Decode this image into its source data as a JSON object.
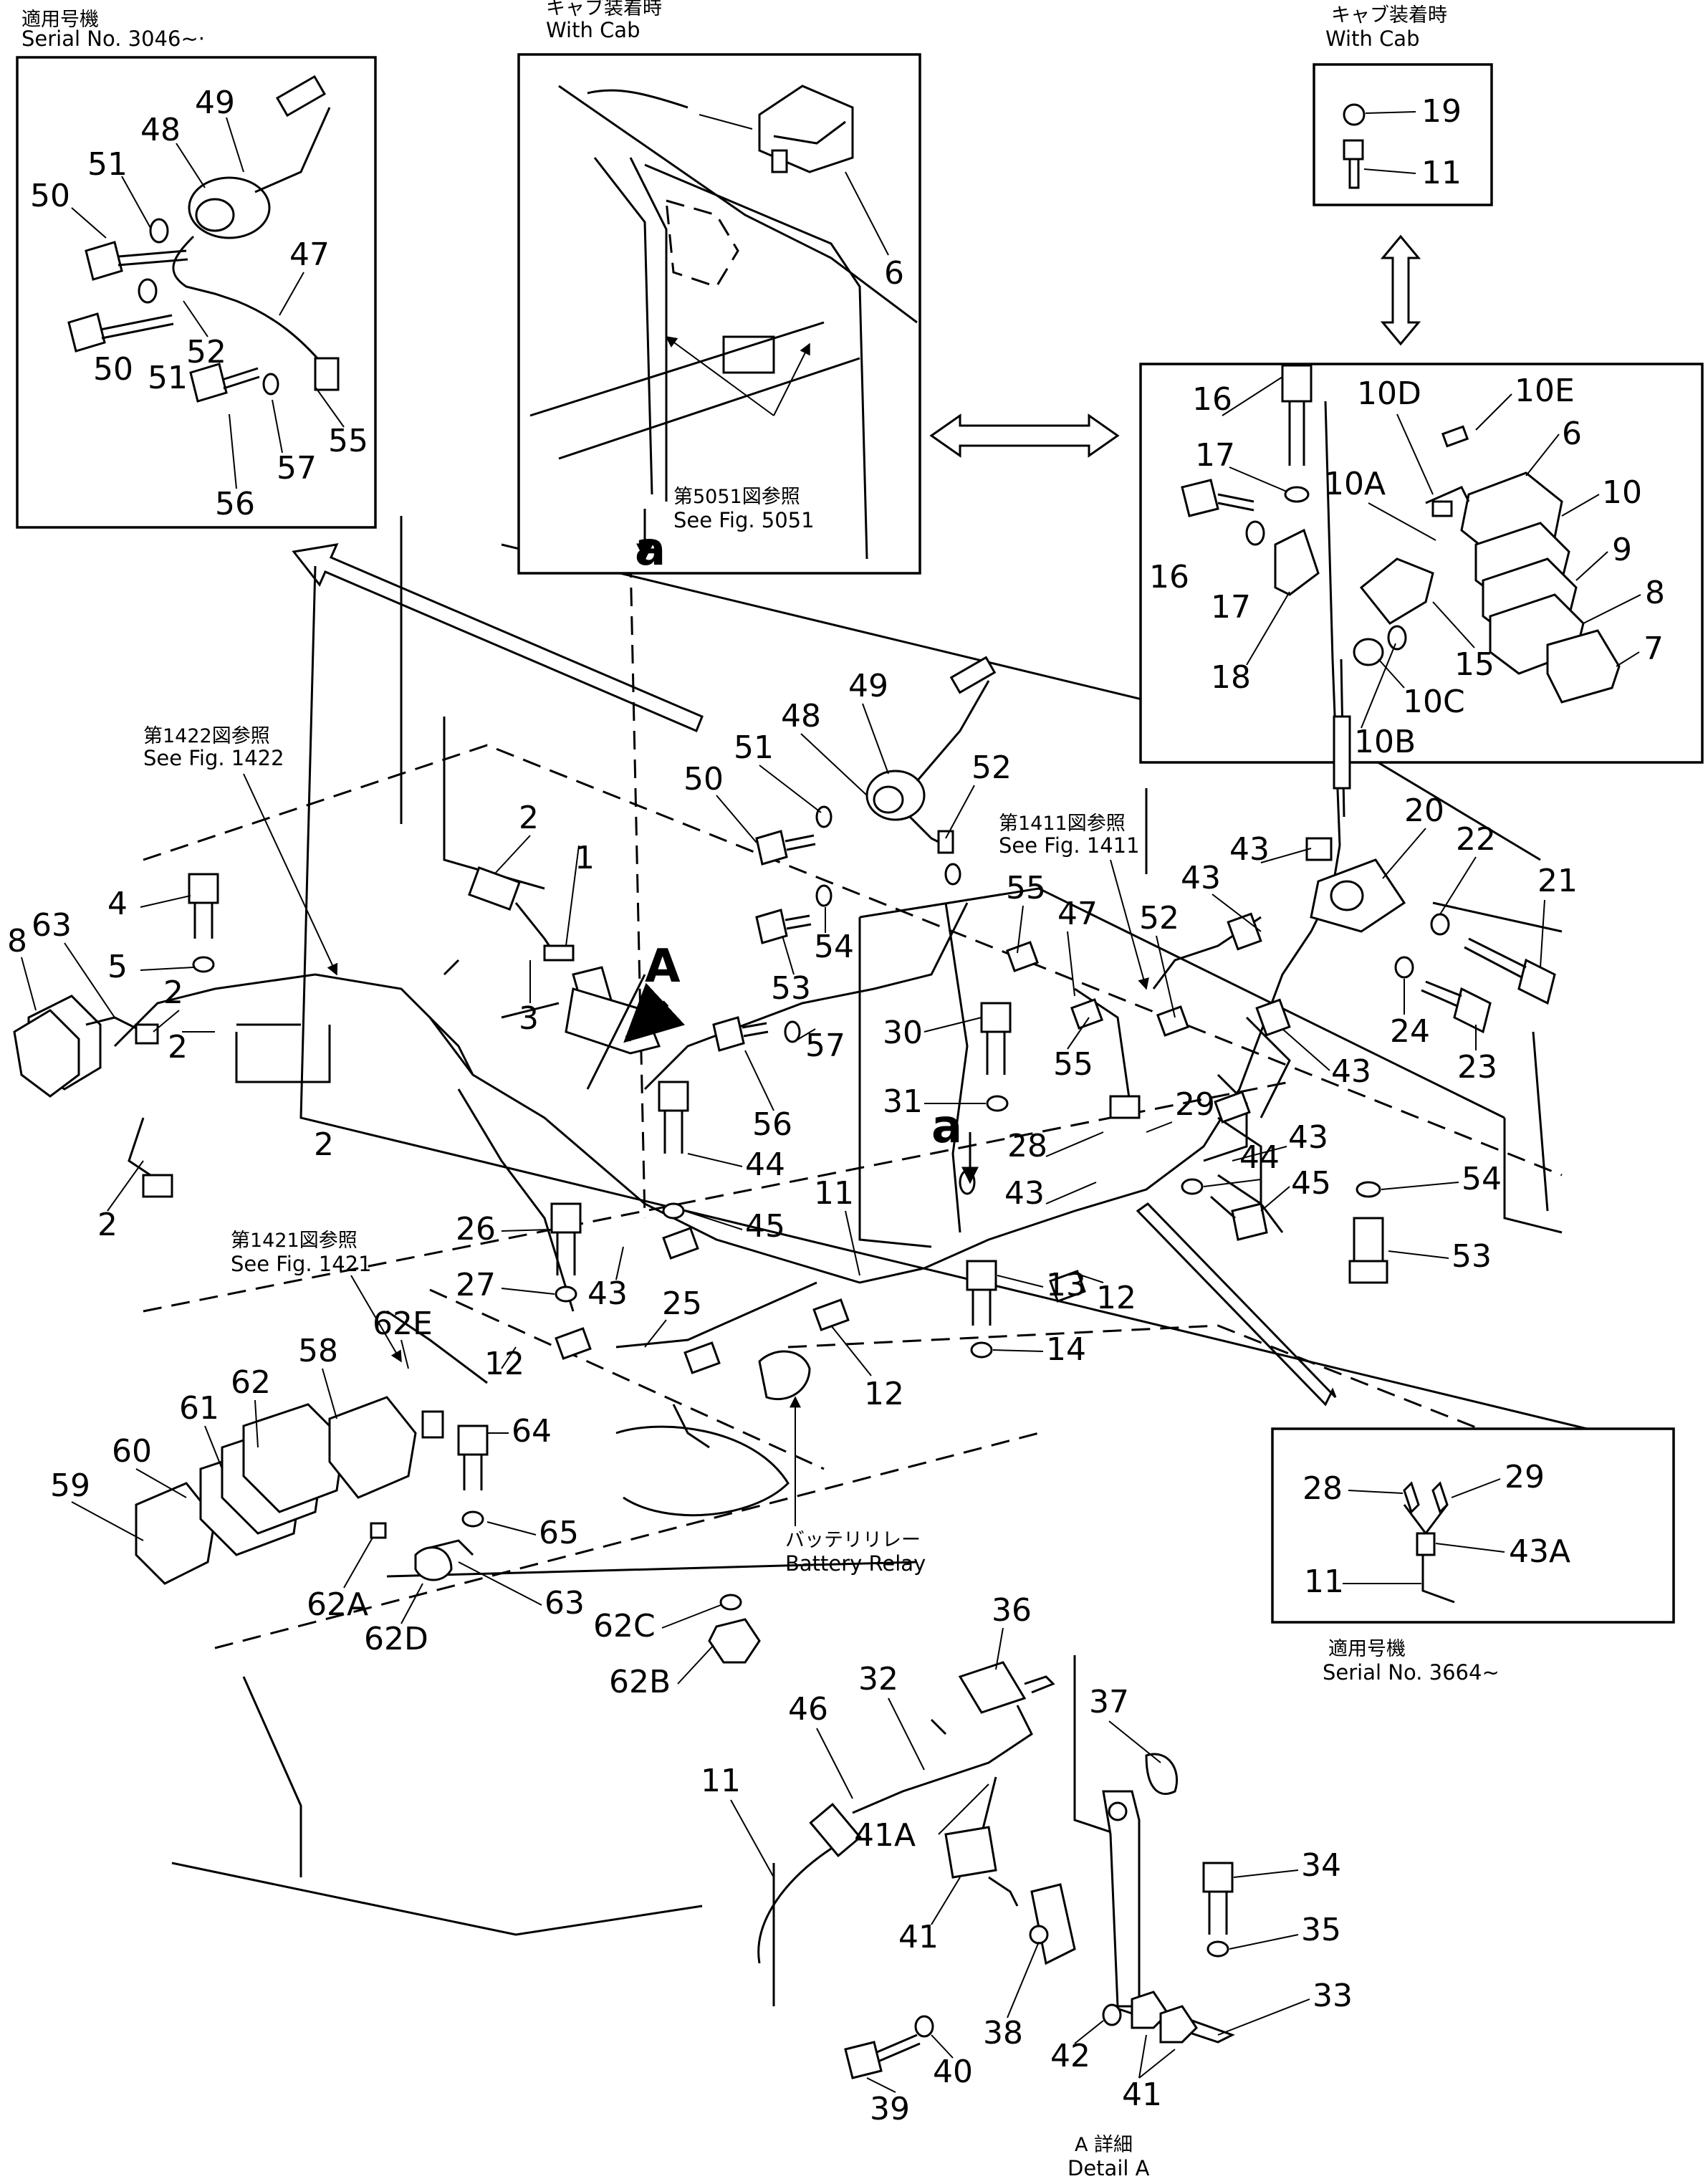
{
  "panels": {
    "top_left": {
      "serial_jp": "適用号機",
      "serial_en": "Serial No. 3046~·"
    },
    "top_center": {
      "cab_jp": "キャブ装着時",
      "cab_en": "With Cab",
      "ref_jp": "第5051図参照",
      "ref_en": "See Fig. 5051",
      "detail_ref": "a"
    },
    "top_right": {
      "cab_jp": "キャブ装着時",
      "cab_en": "With Cab"
    },
    "bottom_right": {
      "serial_jp": "適用号機",
      "serial_en": "Serial No. 3664~"
    }
  },
  "references": {
    "fig1422_jp": "第1422図参照",
    "fig1422_en": "See Fig. 1422",
    "fig1411_jp": "第1411図参照",
    "fig1411_en": "See Fig. 1411",
    "fig1421_jp": "第1421図参照",
    "fig1421_en": "See Fig. 1421",
    "battery_relay_jp": "バッテリリレー",
    "battery_relay_en": "Battery Relay",
    "detail_jp": "A 詳細",
    "detail_en": "Detail A",
    "detail_marker": "A",
    "point_a": "a"
  },
  "callouts": {
    "tl_50a": "50",
    "tl_51a": "51",
    "tl_48": "48",
    "tl_49": "49",
    "tl_47": "47",
    "tl_52": "52",
    "tl_51b": "51",
    "tl_50b": "50",
    "tl_55": "55",
    "tl_57": "57",
    "tl_56": "56",
    "tc_6": "6",
    "tr_19": "19",
    "tr_11": "11",
    "mr_16a": "16",
    "mr_10D": "10D",
    "mr_10E": "10E",
    "mr_17a": "17",
    "mr_10A": "10A",
    "mr_6": "6",
    "mr_10": "10",
    "mr_9": "9",
    "mr_16b": "16",
    "mr_17b": "17",
    "mr_8": "8",
    "mr_15": "15",
    "mr_7": "7",
    "mr_18": "18",
    "mr_10C": "10C",
    "mr_10B": "10B",
    "m_49": "49",
    "m_48": "48",
    "m_51": "51",
    "m_52a": "52",
    "m_50": "50",
    "m_53a": "53",
    "m_54a": "54",
    "m_57": "57",
    "m_56": "56",
    "m_55a": "55",
    "m_47": "47",
    "m_55b": "55",
    "m_52b": "52",
    "m_43a": "43",
    "m_43b": "43",
    "m_20": "20",
    "m_22": "22",
    "m_21": "21",
    "m_24": "24",
    "m_23": "23",
    "m_43c": "43",
    "m_30": "30",
    "m_31": "31",
    "m_29": "29",
    "m_28": "28",
    "m_43d": "43",
    "m_43e": "43",
    "m_44a": "44",
    "m_45a": "45",
    "m_44b": "44",
    "m_45b": "45",
    "m_54b": "54",
    "m_53b": "53",
    "m_11": "11",
    "m_12a": "12",
    "m_13": "13",
    "m_14": "14",
    "m_12b": "12",
    "l_1": "1",
    "l_2a": "2",
    "l_3": "3",
    "l_4": "4",
    "l_5": "5",
    "l_8": "8",
    "l_63a": "63",
    "l_2b": "2",
    "l_2c": "2",
    "l_2d": "2",
    "ll_26": "26",
    "ll_27": "27",
    "ll_43": "43",
    "ll_25": "25",
    "ll_62E": "62E",
    "ll_58": "58",
    "ll_62": "62",
    "ll_61": "61",
    "ll_60": "60",
    "ll_59": "59",
    "ll_64": "64",
    "ll_12": "12",
    "ll_65": "65",
    "ll_62A": "62A",
    "ll_63": "63",
    "ll_62D": "62D",
    "ll_62C": "62C",
    "ll_62B": "62B",
    "br_28": "28",
    "br_29": "29",
    "br_43A": "43A",
    "br_11": "11",
    "d_36": "36",
    "d_32": "32",
    "d_46": "46",
    "d_37": "37",
    "d_11": "11",
    "d_41A": "41A",
    "d_34": "34",
    "d_35": "35",
    "d_41a": "41",
    "d_33": "33",
    "d_38": "38",
    "d_42": "42",
    "d_39": "39",
    "d_40": "40",
    "d_41b": "41"
  }
}
